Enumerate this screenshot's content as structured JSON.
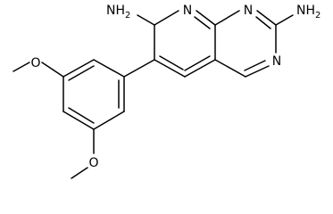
{
  "structure": {
    "atoms": {
      "o_top": "O",
      "o_bottom": "O",
      "n_ring_1": "N",
      "n_ring_2": "N",
      "n_ring_3": "N",
      "amine_7": "NH",
      "amine_7_sub": "2",
      "amine_2": "NH",
      "amine_2_sub": "2"
    }
  }
}
